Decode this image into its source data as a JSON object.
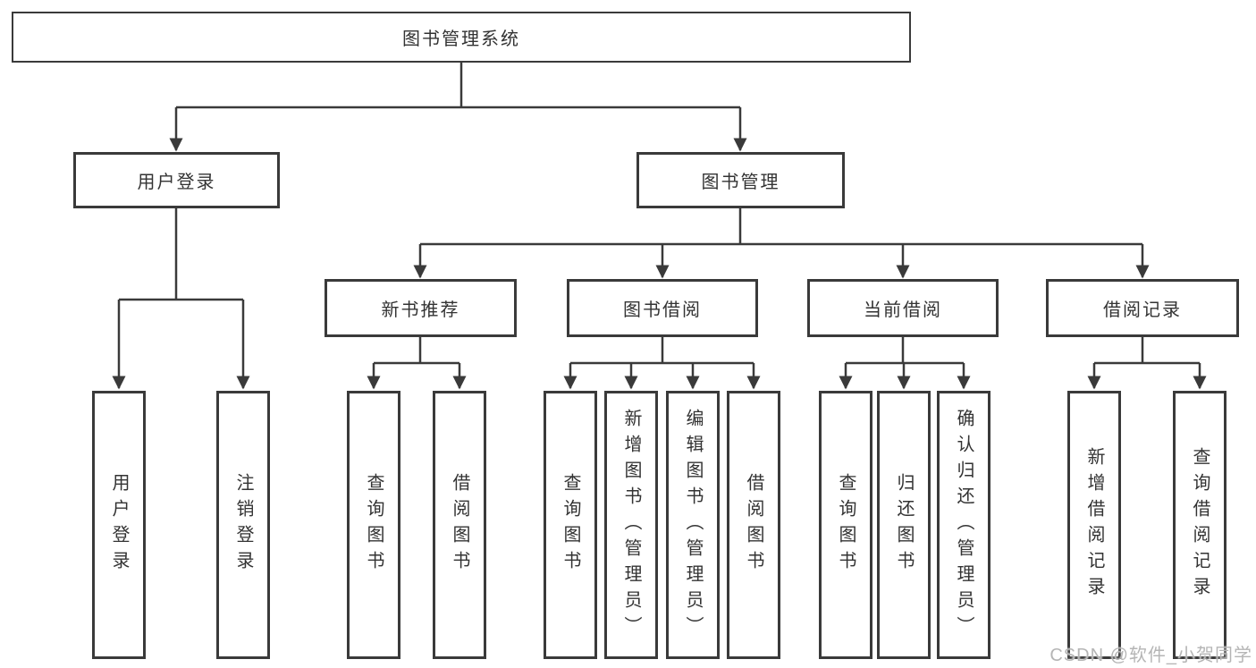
{
  "diagram": {
    "root": {
      "label": "图书管理系统"
    },
    "branches": [
      {
        "label": "用户登录",
        "children": [
          {
            "label": "用户登录"
          },
          {
            "label": "注销登录"
          }
        ]
      },
      {
        "label": "图书管理",
        "children": [
          {
            "label": "新书推荐",
            "children": [
              {
                "label": "查询图书"
              },
              {
                "label": "借阅图书"
              }
            ]
          },
          {
            "label": "图书借阅",
            "children": [
              {
                "label": "查询图书"
              },
              {
                "label": "新增图书（管理员）"
              },
              {
                "label": "编辑图书（管理员）"
              },
              {
                "label": "借阅图书"
              }
            ]
          },
          {
            "label": "当前借阅",
            "children": [
              {
                "label": "查询图书"
              },
              {
                "label": "归还图书"
              },
              {
                "label": "确认归还（管理员）"
              }
            ]
          },
          {
            "label": "借阅记录",
            "children": [
              {
                "label": "新增借阅记录"
              },
              {
                "label": "查询借阅记录"
              }
            ]
          }
        ]
      }
    ],
    "colors": {
      "line": "#3a3a3a",
      "text": "#333333",
      "background": "#ffffff",
      "watermark": "#b5b5b5"
    },
    "watermark": {
      "text": "CSDN @软件_小贺同学"
    }
  }
}
